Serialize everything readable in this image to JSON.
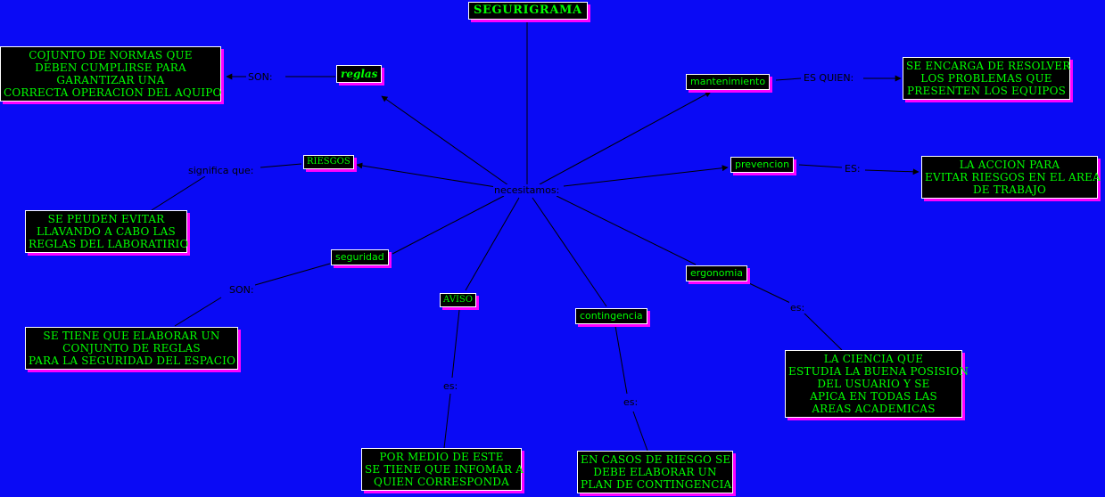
{
  "diagram": {
    "title": "SEGURIGRAMA",
    "hub_label": "necesitamos:",
    "concepts": {
      "reglas": "reglas",
      "riesgos": "RIESGOS",
      "seguridad": "seguridad",
      "aviso": "AVISO",
      "contingencia": "contingencia",
      "ergonomia": "ergonomia",
      "prevencion": "prevencion",
      "mantenimiento": "mantenimiento"
    },
    "link_labels": {
      "reglas": "SON:",
      "riesgos": "significa que:",
      "seguridad": "SON:",
      "aviso": "es:",
      "contingencia": "es:",
      "ergonomia": "es:",
      "prevencion": "ES:",
      "mantenimiento": "ES QUIEN:"
    },
    "definitions": {
      "reglas": [
        "COJUNTO DE NORMAS QUE",
        "DEBEN CUMPLIRSE PARA",
        "GARANTIZAR UNA",
        "CORRECTA OPERACION DEL AQUIPO"
      ],
      "riesgos": [
        "SE PEUDEN EVITAR",
        "LLAVANDO A CABO LAS",
        "REGLAS DEL LABORATIRIO"
      ],
      "seguridad": [
        "SE TIENE QUE ELABORAR UN",
        "CONJUNTO DE REGLAS",
        "PARA LA SEGURIDAD DEL ESPACIO"
      ],
      "aviso": [
        "POR MEDIO DE ESTE",
        "SE TIENE QUE INFOMAR A",
        "QUIEN CORRESPONDA"
      ],
      "contingencia": [
        "EN CASOS DE RIESGO SE",
        "DEBE ELABORAR UN",
        "PLAN DE CONTINGENCIA"
      ],
      "ergonomia": [
        "LA CIENCIA QUE",
        "ESTUDIA LA BUENA POSISION",
        "DEL USUARIO Y SE",
        "APICA EN TODAS LAS",
        "AREAS ACADEMICAS"
      ],
      "prevencion": [
        "LA ACCION PARA",
        "EVITAR RIESGOS EN EL AREA",
        "DE TRABAJO"
      ],
      "mantenimiento": [
        "SE ENCARGA DE RESOLVER",
        "LOS PROBLEMAS QUE",
        "PRESENTEN LOS EQUIPOS"
      ]
    },
    "colors": {
      "background": "#0a0af5",
      "node_fill": "#000000",
      "node_text": "#00ff00",
      "node_shadow": "#ff00ff",
      "edge": "#000000"
    }
  }
}
